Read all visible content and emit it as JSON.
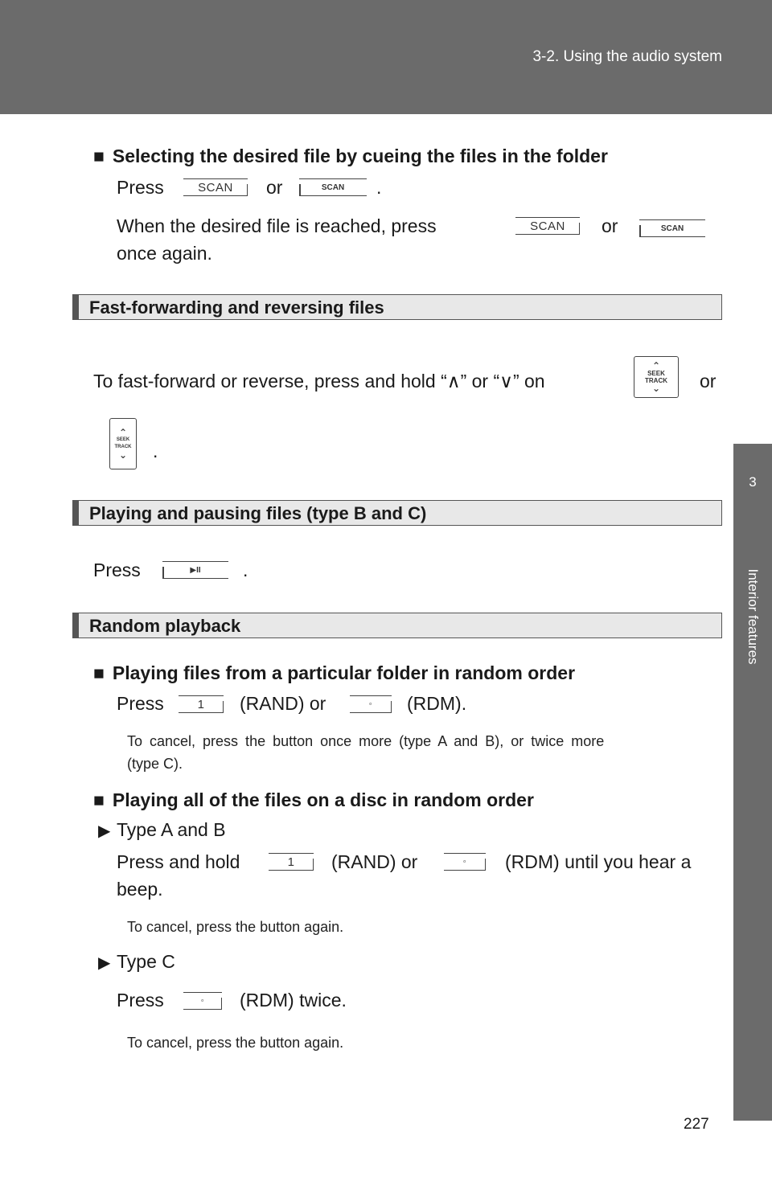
{
  "header": {
    "title": "3-2. Using the audio system"
  },
  "side_tab": {
    "number": "3",
    "label": "Interior features"
  },
  "page_number": "227",
  "cue_section": {
    "heading": "Selecting the desired file by cueing the files in the folder",
    "square": "■",
    "press": "Press",
    "or": "or",
    "period": ".",
    "when_text": "When the desired file is reached, press",
    "once_again": "once again.",
    "scan_label": "SCAN"
  },
  "ff_section": {
    "title": "Fast-forwarding and reversing files",
    "text": "To fast-forward or reverse, press and hold “∧” or “∨” on",
    "or": "or",
    "period": ".",
    "seek_line1": "SEEK",
    "seek_line2": "TRACK",
    "chev_up": "⌃",
    "chev_down": "⌄"
  },
  "play_section": {
    "title": "Playing and pausing files (type B and C)",
    "press": "Press",
    "period": ".",
    "play_label": "▶II"
  },
  "random_section": {
    "title": "Random playback",
    "folder_heading": "Playing files from a particular folder in random order",
    "press": "Press",
    "rand": "(RAND) or",
    "rdm": "(RDM).",
    "cancel_note_1": "To cancel, press the button once more (type A and B), or twice more",
    "cancel_note_2": "(type C).",
    "disc_heading": "Playing all of the files on a disc in random order",
    "type_ab": "Type A and B",
    "press_hold": "Press and hold",
    "rand2": "(RAND) or",
    "rdm_until": "(RDM) until you hear a",
    "beep": "beep.",
    "cancel_again": "To cancel, press the button again.",
    "type_c": "Type C",
    "rdm_twice": "(RDM) twice.",
    "key_1": "1",
    "key_dot": "◦",
    "triangle": "▶"
  }
}
